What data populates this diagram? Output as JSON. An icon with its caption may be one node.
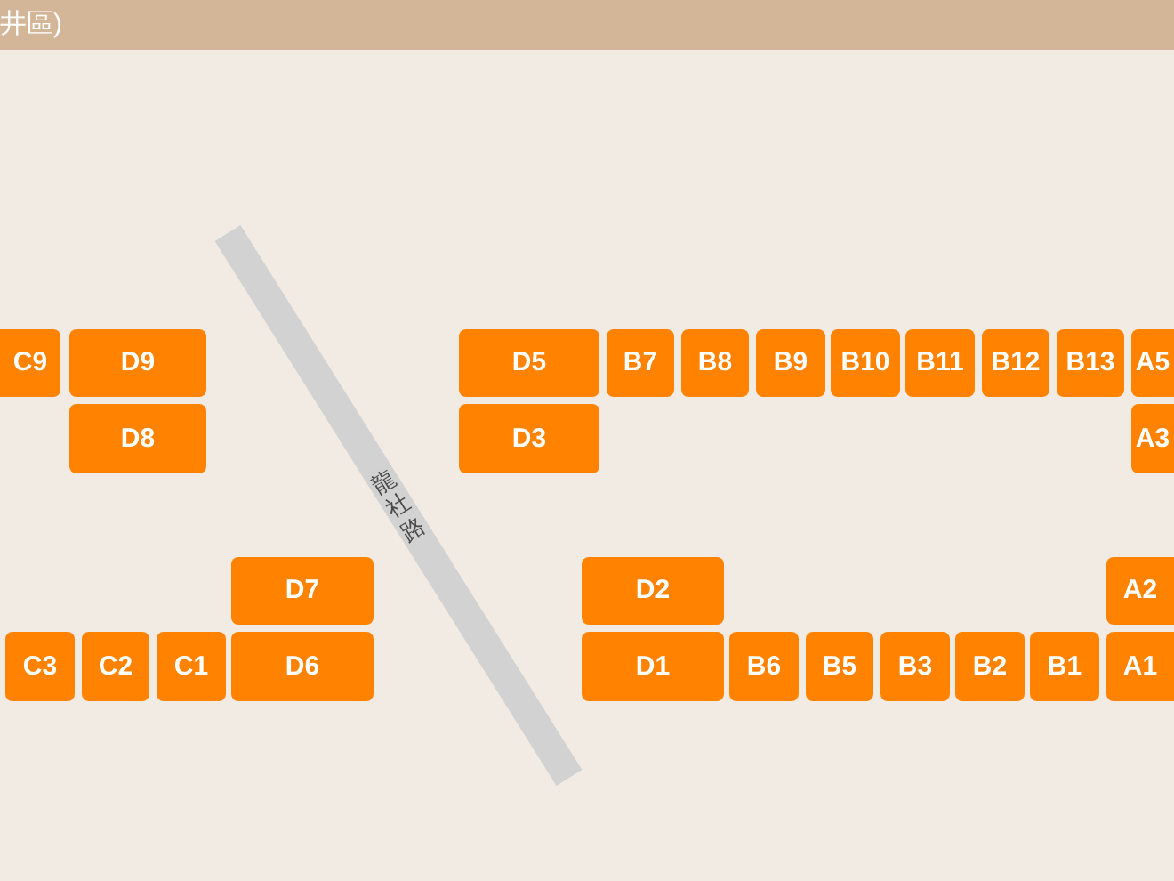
{
  "diagram": {
    "title": "井區)",
    "nodes": [
      {
        "text": [
          "C9"
        ]
      },
      {
        "text": [
          "D9"
        ]
      },
      {
        "text": [
          "D5"
        ]
      },
      {
        "text": [
          "B7"
        ]
      },
      {
        "text": [
          "B8"
        ]
      },
      {
        "text": [
          "B9"
        ]
      },
      {
        "text": [
          "B10"
        ]
      },
      {
        "text": [
          "B11"
        ]
      },
      {
        "text": [
          "B12"
        ]
      },
      {
        "text": [
          "B13"
        ]
      },
      {
        "text": [
          "A5"
        ]
      },
      {
        "text": [
          "D8"
        ]
      },
      {
        "text": [
          "D3"
        ]
      },
      {
        "text": [
          "A3"
        ]
      },
      {
        "text": [
          "龍社路"
        ]
      },
      {
        "text": [
          "D7"
        ]
      },
      {
        "text": [
          "D2"
        ]
      },
      {
        "text": [
          "A2"
        ]
      },
      {
        "text": [
          "C3"
        ]
      },
      {
        "text": [
          "C2"
        ]
      },
      {
        "text": [
          "C1"
        ]
      },
      {
        "text": [
          "D6"
        ]
      },
      {
        "text": [
          "D1"
        ]
      },
      {
        "text": [
          "B6"
        ]
      },
      {
        "text": [
          "B5"
        ]
      },
      {
        "text": [
          "B3"
        ]
      },
      {
        "text": [
          "B2"
        ]
      },
      {
        "text": [
          "B1"
        ]
      },
      {
        "text": [
          "A1"
        ]
      }
    ]
  }
}
